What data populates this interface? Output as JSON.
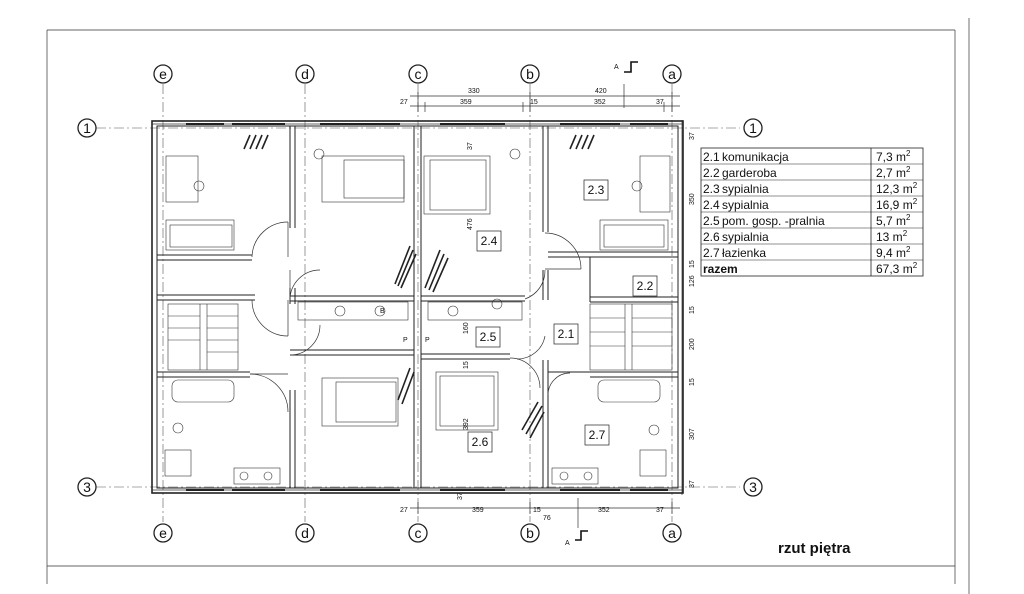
{
  "drawing": {
    "title": "rzut piętra",
    "section_marker": "A",
    "axes_vertical": [
      "e",
      "d",
      "c",
      "b",
      "a"
    ],
    "axes_horizontal": [
      "1",
      "3"
    ],
    "dims_top_overall": [
      "330",
      "420"
    ],
    "dims_top_detail": [
      "27",
      "359",
      "15",
      "352",
      "37"
    ],
    "dims_bottom_detail": [
      "27",
      "359",
      "15",
      "76",
      "352",
      "37"
    ],
    "dims_bottom_extra": [
      "37"
    ],
    "dims_right": [
      "37",
      "350",
      "15",
      "126",
      "15",
      "200",
      "15",
      "307",
      "37"
    ],
    "dims_interior": [
      "37",
      "476",
      "160",
      "15",
      "392"
    ],
    "stair_marks": [
      "B",
      "P",
      "P"
    ]
  },
  "rooms": [
    {
      "id": "2.1"
    },
    {
      "id": "2.2"
    },
    {
      "id": "2.3"
    },
    {
      "id": "2.4"
    },
    {
      "id": "2.5"
    },
    {
      "id": "2.6"
    },
    {
      "id": "2.7"
    }
  ],
  "area_table": {
    "rows": [
      {
        "num": "2.1",
        "name": "komunikacja",
        "area": "7,3 m",
        "unit_exp": "2"
      },
      {
        "num": "2.2",
        "name": "garderoba",
        "area": "2,7 m",
        "unit_exp": "2"
      },
      {
        "num": "2.3",
        "name": "sypialnia",
        "area": "12,3 m",
        "unit_exp": "2"
      },
      {
        "num": "2.4",
        "name": "sypialnia",
        "area": "16,9 m",
        "unit_exp": "2"
      },
      {
        "num": "2.5",
        "name": "pom. gosp. -pralnia",
        "area": "5,7 m",
        "unit_exp": "2"
      },
      {
        "num": "2.6",
        "name": "sypialnia",
        "area": "13 m",
        "unit_exp": "2"
      },
      {
        "num": "2.7",
        "name": "łazienka",
        "area": "9,4 m",
        "unit_exp": "2"
      }
    ],
    "total": {
      "label": "razem",
      "area": "67,3 m",
      "unit_exp": "2"
    }
  }
}
